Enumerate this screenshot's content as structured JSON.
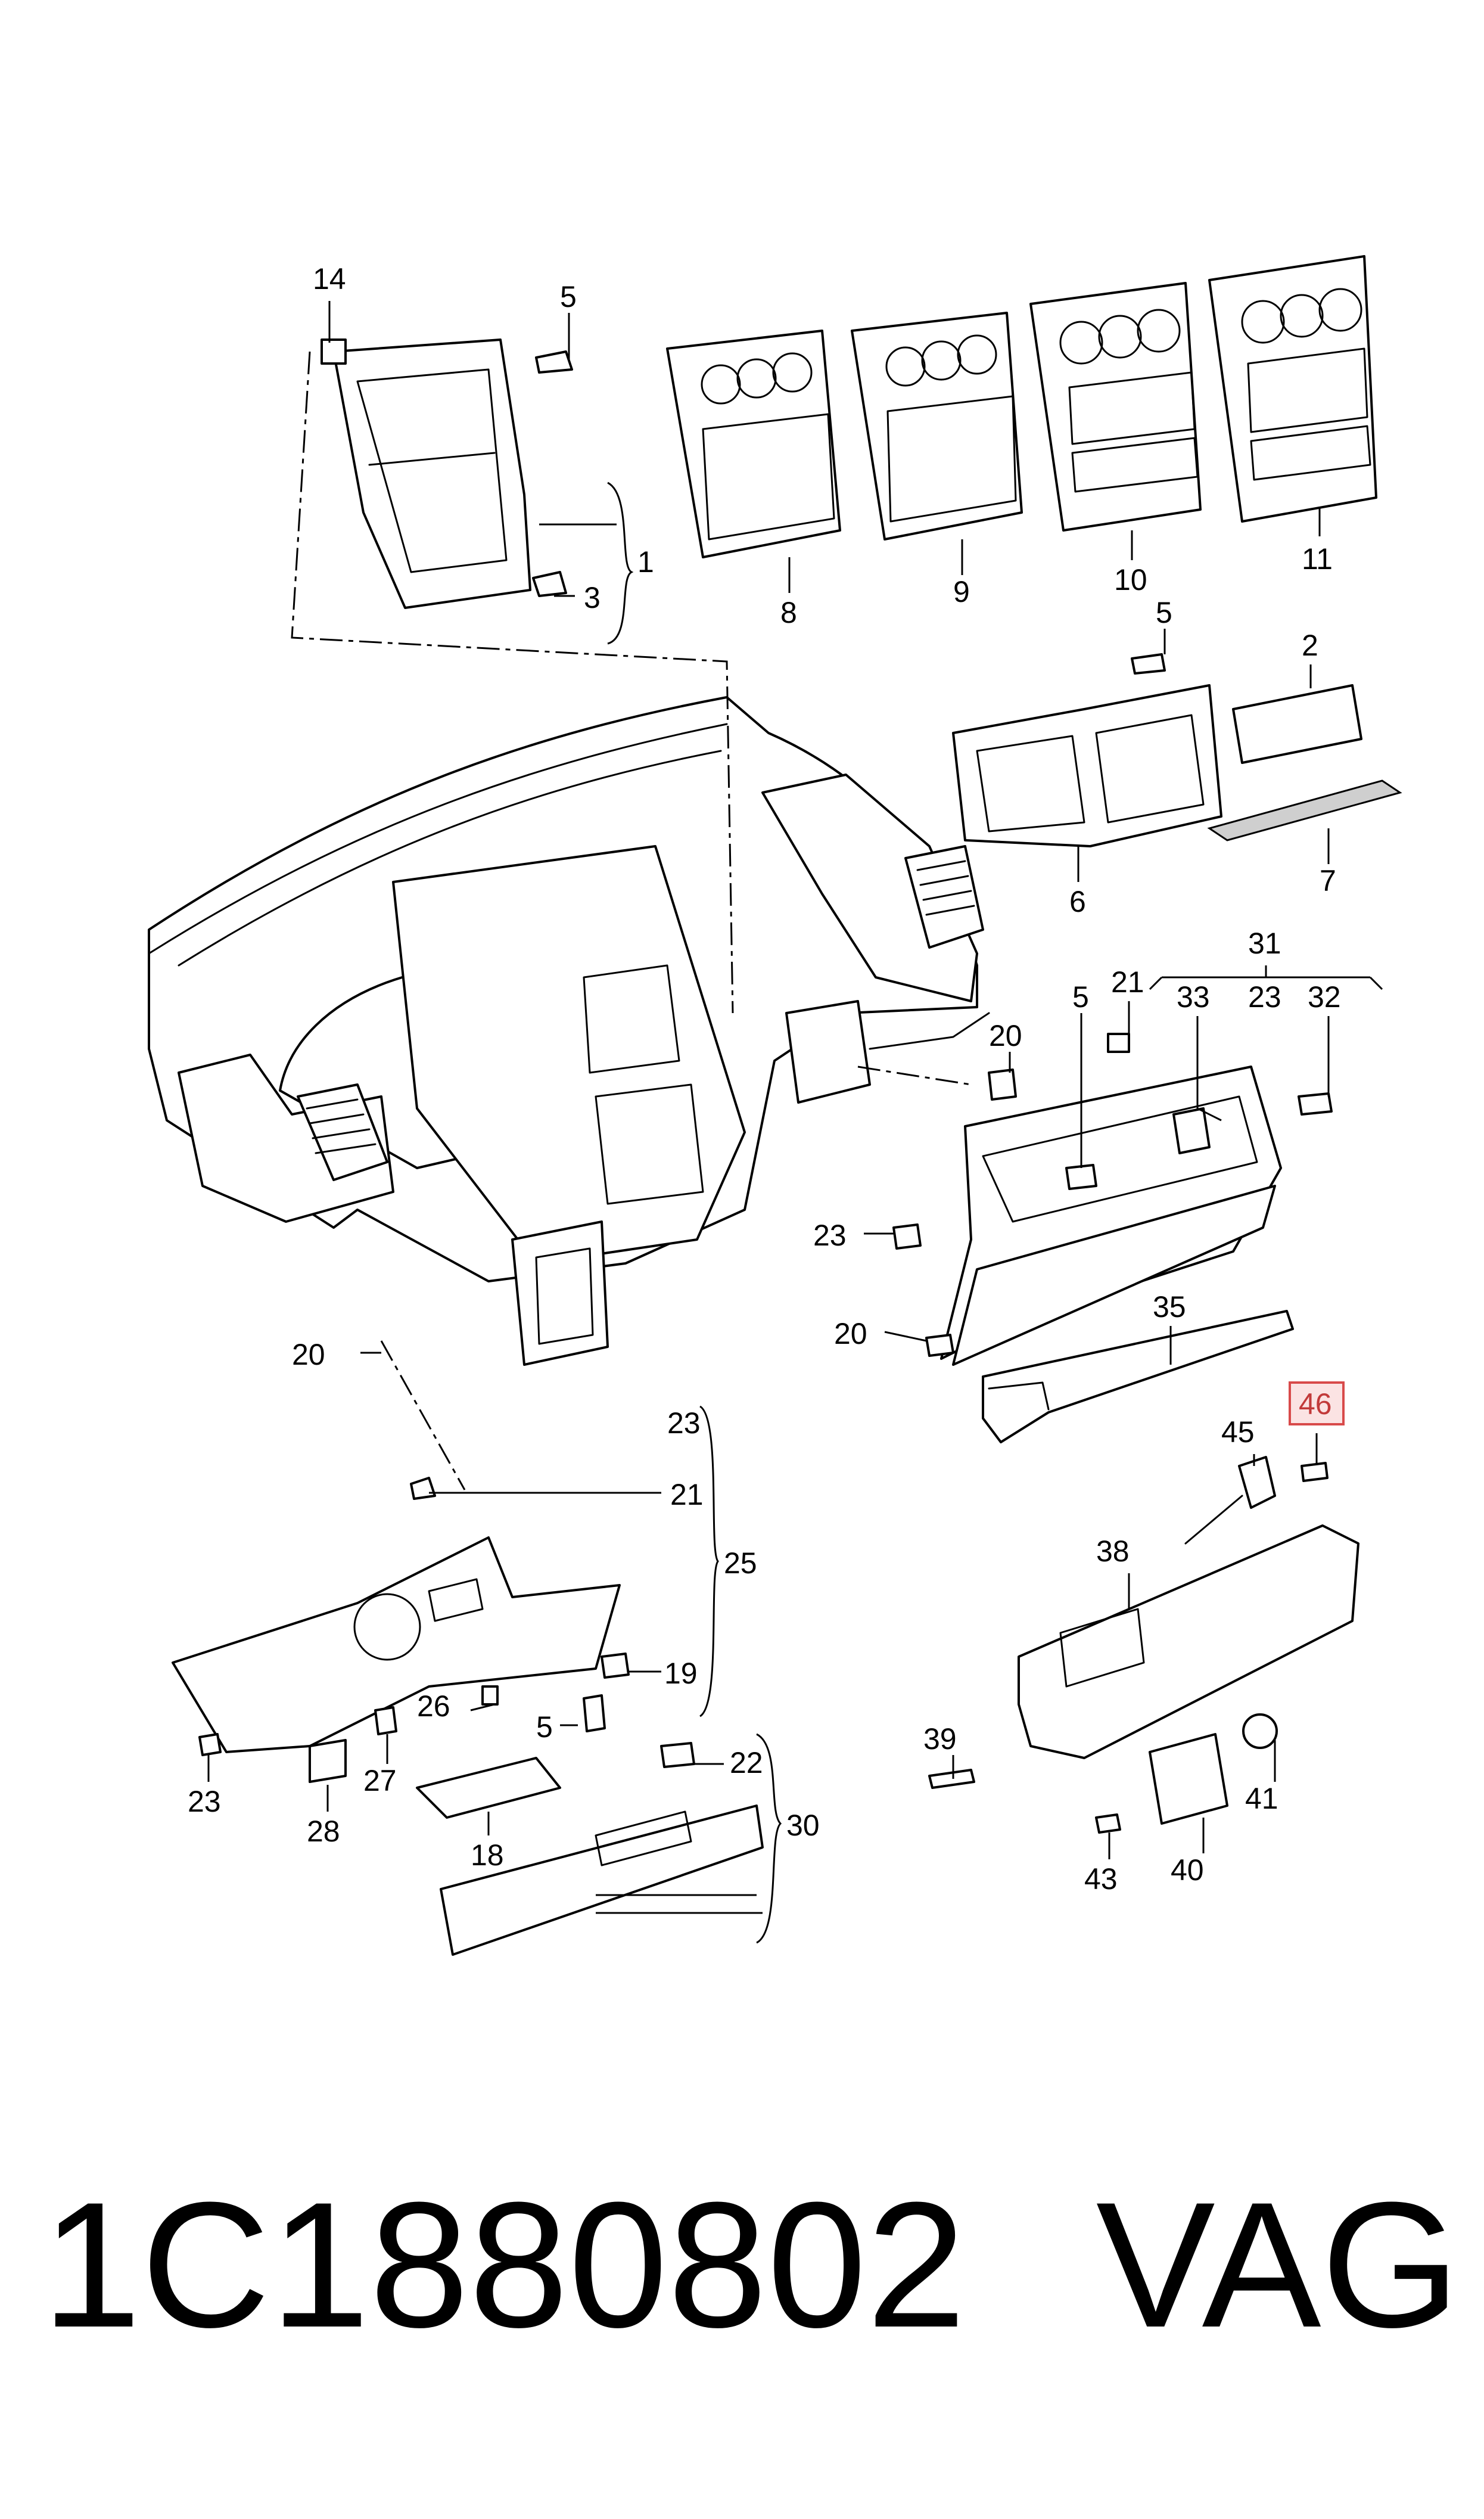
{
  "diagram": {
    "callouts": [
      {
        "id": "c14",
        "text": "14"
      },
      {
        "id": "c5a",
        "text": "5"
      },
      {
        "id": "c3",
        "text": "3"
      },
      {
        "id": "c1",
        "text": "1"
      },
      {
        "id": "c8",
        "text": "8"
      },
      {
        "id": "c9",
        "text": "9"
      },
      {
        "id": "c10",
        "text": "10"
      },
      {
        "id": "c11",
        "text": "11"
      },
      {
        "id": "c5b",
        "text": "5"
      },
      {
        "id": "c2",
        "text": "2"
      },
      {
        "id": "c6",
        "text": "6"
      },
      {
        "id": "c7",
        "text": "7"
      },
      {
        "id": "c31",
        "text": "31"
      },
      {
        "id": "c21a",
        "text": "21"
      },
      {
        "id": "c5c",
        "text": "5"
      },
      {
        "id": "c33",
        "text": "33"
      },
      {
        "id": "c23a",
        "text": "23"
      },
      {
        "id": "c32",
        "text": "32"
      },
      {
        "id": "c20a",
        "text": "20"
      },
      {
        "id": "c23b",
        "text": "23"
      },
      {
        "id": "c20b",
        "text": "20"
      },
      {
        "id": "c35",
        "text": "35"
      },
      {
        "id": "c45",
        "text": "45"
      },
      {
        "id": "c38",
        "text": "38"
      },
      {
        "id": "c39",
        "text": "39"
      },
      {
        "id": "c41",
        "text": "41"
      },
      {
        "id": "c43",
        "text": "43"
      },
      {
        "id": "c40",
        "text": "40"
      },
      {
        "id": "c20c",
        "text": "20"
      },
      {
        "id": "c23c",
        "text": "23"
      },
      {
        "id": "c21b",
        "text": "21"
      },
      {
        "id": "c25",
        "text": "25"
      },
      {
        "id": "c19",
        "text": "19"
      },
      {
        "id": "c26",
        "text": "26"
      },
      {
        "id": "c5d",
        "text": "5"
      },
      {
        "id": "c22",
        "text": "22"
      },
      {
        "id": "c23d",
        "text": "23"
      },
      {
        "id": "c27",
        "text": "27"
      },
      {
        "id": "c28",
        "text": "28"
      },
      {
        "id": "c18",
        "text": "18"
      },
      {
        "id": "c30",
        "text": "30"
      }
    ],
    "highlighted_callout": "46"
  },
  "footer": {
    "part_number": "1C1880802",
    "brand": "VAG"
  },
  "colors": {
    "line": "#000000",
    "highlight_fill": "#fbe3e3",
    "highlight_stroke": "#d84a4a",
    "highlight_text": "#c23a3a"
  }
}
